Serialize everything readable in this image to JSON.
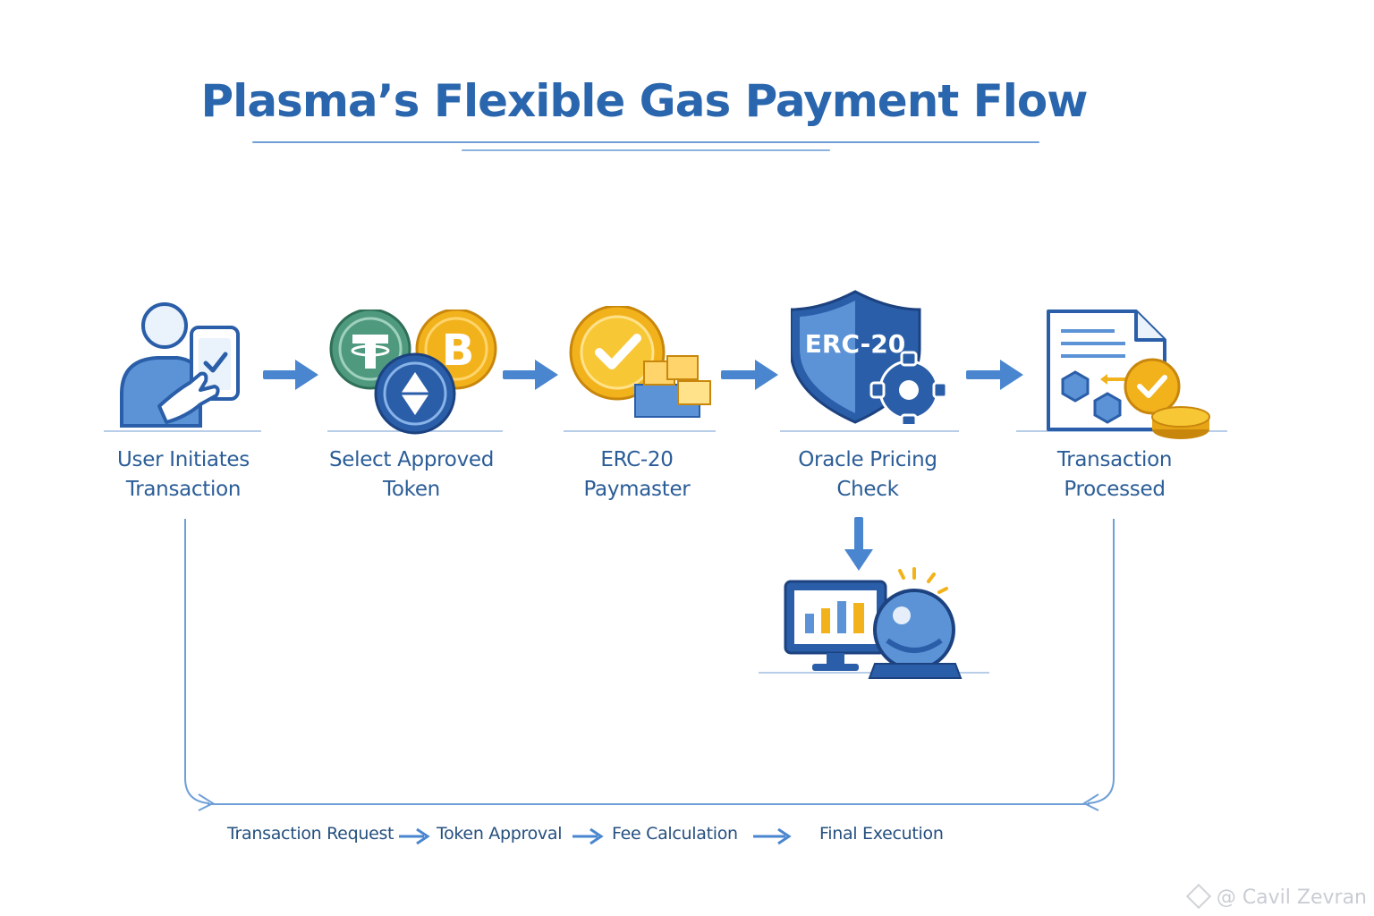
{
  "title": "Plasma’s Flexible Gas Payment Flow",
  "steps": [
    {
      "line1": "User Initiates",
      "line2": "Transaction",
      "icon": "user-phone-icon"
    },
    {
      "line1": "Select Approved",
      "line2": "Token",
      "icon": "token-coins-icon"
    },
    {
      "line1": "ERC-20",
      "line2": "Paymaster",
      "icon": "paymaster-coin-icon"
    },
    {
      "line1": "Oracle Pricing",
      "line2": "Check",
      "icon": "shield-gear-icon"
    },
    {
      "line1": "Transaction",
      "line2": "Processed",
      "icon": "document-check-icon"
    }
  ],
  "shield_text": "ERC-20",
  "oracle_icon": "oracle-monitor-crystal-ball-icon",
  "sub_flow": [
    "Transaction Request",
    "Token Approval",
    "Fee Calculation",
    "Final Execution"
  ],
  "watermark": "@ Cavil Zevran",
  "colors": {
    "title": "#2a66ad",
    "label": "#2b5d97",
    "arrow": "#4a86cf",
    "gold": "#f2b21c",
    "green": "#4f9a7f",
    "navy": "#2a5ea8"
  }
}
